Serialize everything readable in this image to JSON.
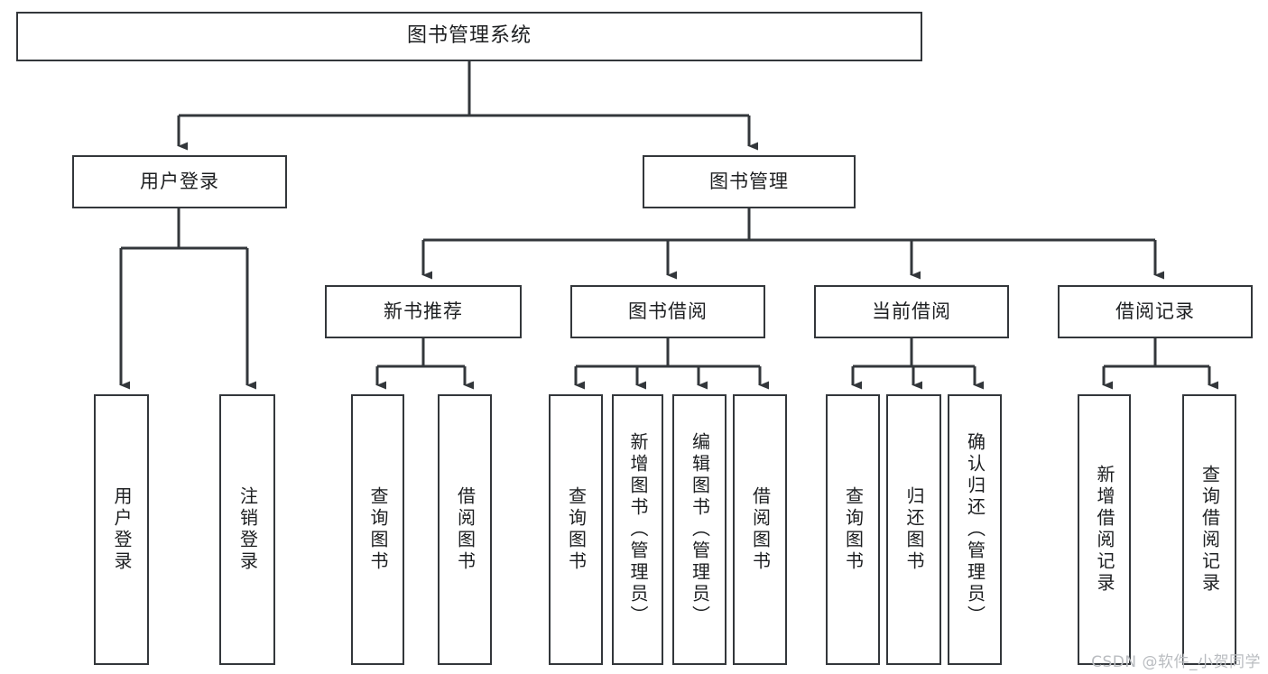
{
  "diagram": {
    "title": "图书管理系统",
    "type": "tree",
    "watermark": "CSDN @软件_小贺同学",
    "colors": {
      "stroke": "#33373b",
      "fill": "#ffffff",
      "text": "#1d1f21",
      "watermark": "#b9bcc0",
      "background": "#ffffff"
    },
    "root": {
      "label": "图书管理系统"
    },
    "level2": [
      {
        "label": "用户登录"
      },
      {
        "label": "图书管理"
      }
    ],
    "level3": [
      {
        "label": "新书推荐"
      },
      {
        "label": "图书借阅"
      },
      {
        "label": "当前借阅"
      },
      {
        "label": "借阅记录"
      }
    ],
    "leaves": {
      "user_login": [
        {
          "label": "用户登录"
        },
        {
          "label": "注销登录"
        }
      ],
      "new_book_recommend": [
        {
          "label": "查询图书"
        },
        {
          "label": "借阅图书"
        }
      ],
      "book_borrow": [
        {
          "label": "查询图书"
        },
        {
          "label": "新增图书（管理员）"
        },
        {
          "label": "编辑图书（管理员）"
        },
        {
          "label": "借阅图书"
        }
      ],
      "current_borrow": [
        {
          "label": "查询图书"
        },
        {
          "label": "归还图书"
        },
        {
          "label": "确认归还（管理员）"
        }
      ],
      "borrow_record": [
        {
          "label": "新增借阅记录"
        },
        {
          "label": "查询借阅记录"
        }
      ]
    }
  }
}
